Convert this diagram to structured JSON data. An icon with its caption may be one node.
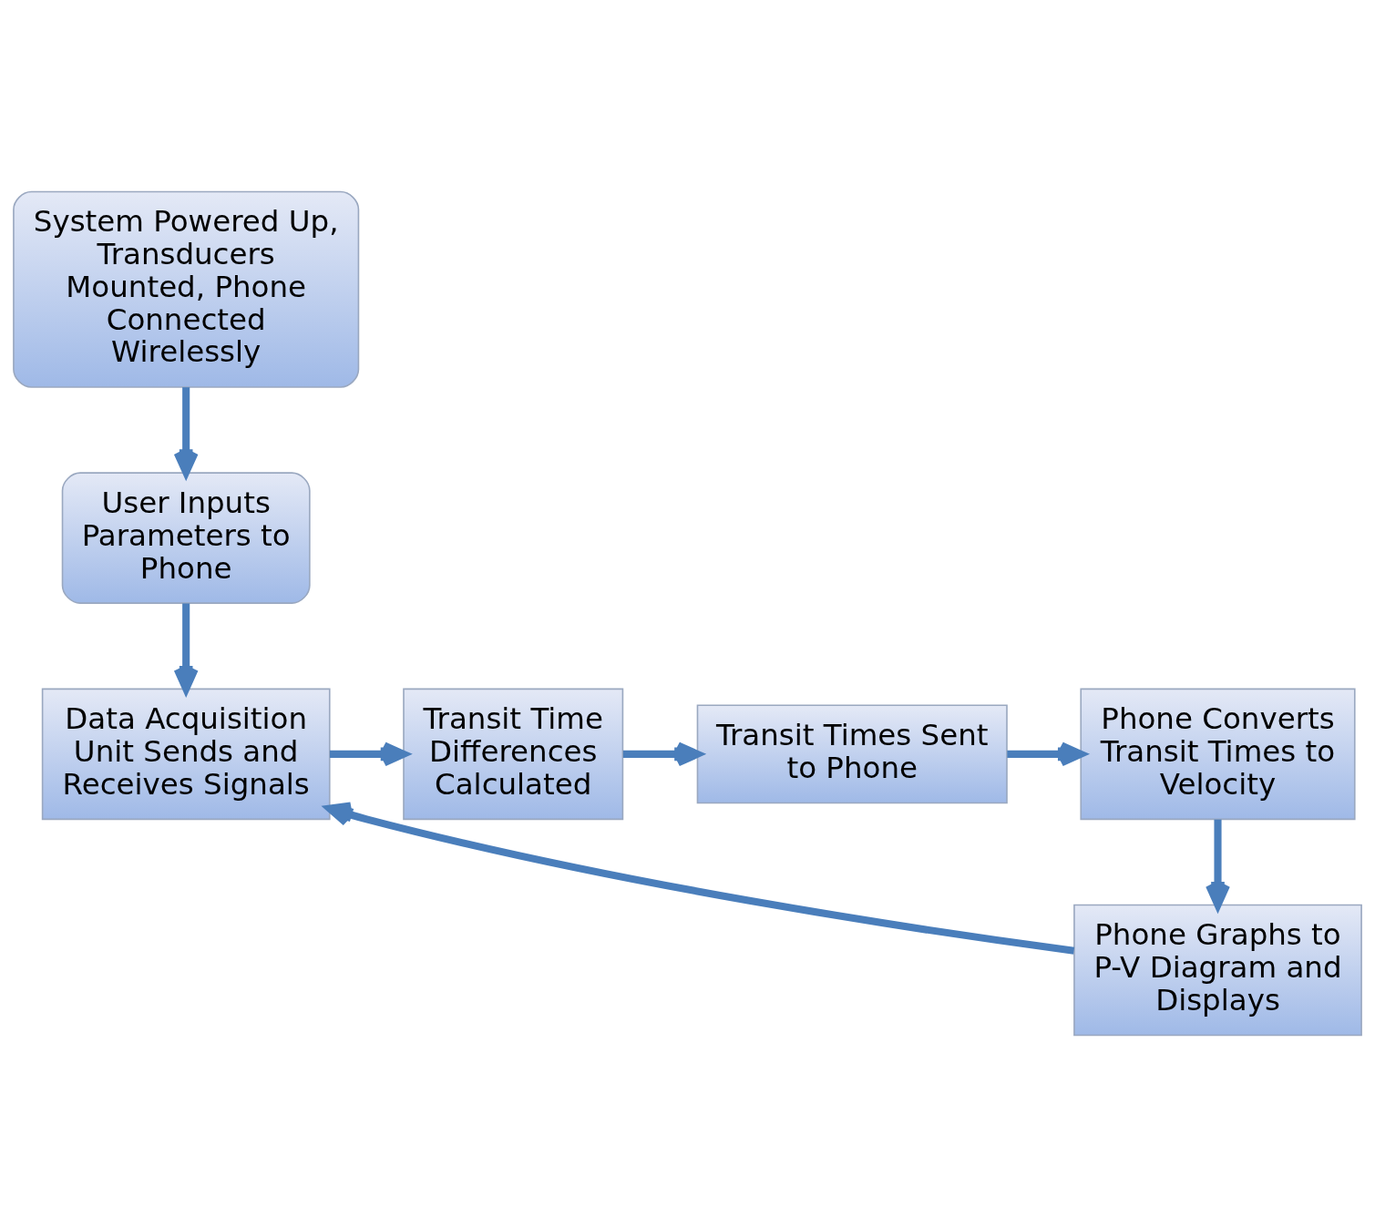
{
  "diagram": {
    "nodes": [
      {
        "text": [
          "System Powered Up, Transducers Mounted, Phone Connected Wirelessly"
        ]
      },
      {
        "text": [
          "User Inputs Parameters to Phone"
        ]
      },
      {
        "text": [
          "Data Acquisition Unit Sends and Receives Signals"
        ]
      },
      {
        "text": [
          "Transit Time Differences Calculated"
        ]
      },
      {
        "text": [
          "Transit Times Sent to Phone"
        ]
      },
      {
        "text": [
          "Phone Converts Transit Times to Velocity"
        ]
      },
      {
        "text": [
          "Phone Graphs to P-V Diagram and Displays"
        ]
      }
    ],
    "edges": [
      {
        "from": 0,
        "to": 1,
        "arrow": "to"
      },
      {
        "from": 1,
        "to": 2,
        "arrow": "to"
      },
      {
        "from": 2,
        "to": 3,
        "arrow": "to"
      },
      {
        "from": 3,
        "to": 4,
        "arrow": "to"
      },
      {
        "from": 4,
        "to": 5,
        "arrow": "to"
      },
      {
        "from": 5,
        "to": 6,
        "arrow": "to"
      },
      {
        "from": 6,
        "to": 2,
        "arrow": "to"
      }
    ]
  }
}
